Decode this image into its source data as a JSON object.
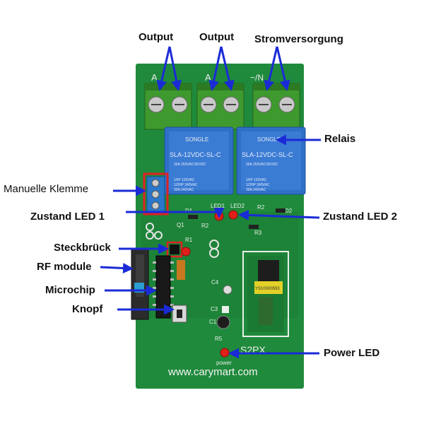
{
  "labels": {
    "output_1": "Output",
    "output_2": "Output",
    "power_supply": "Stromversorgung",
    "relay": "Relais",
    "manual_terminal": "Manuelle Klemme",
    "status_led_1": "Zustand LED 1",
    "status_led_2": "Zustand LED 2",
    "jumper": "Steckbrück",
    "rf_module": "RF module",
    "microchip": "Microchip",
    "button": "Knopf",
    "power_led": "Power LED"
  },
  "board": {
    "website": "www.carymart.com",
    "model": "S2PX",
    "relay_brand": "SONGLE",
    "relay_model": "SLA-12VDC-SL-C",
    "relay_rating_1": "30A 250VAC/30VDC",
    "relay_rating_2": "1HP 120VAC",
    "relay_rating_3": "1/2HP 240VAC",
    "relay_rating_4": "30A 240VAC",
    "transformer_label": "YS10000593",
    "silk_a1": "A",
    "silk_a2": "A",
    "silk_n": "~/N",
    "silk_led1": "LED1",
    "silk_led2": "LED2",
    "silk_d1": "D1",
    "silk_d2": "D2",
    "silk_r1": "R1",
    "silk_r2": "R2",
    "silk_r3": "R3",
    "silk_r5": "R5",
    "silk_c1": "C1",
    "silk_c3": "C3",
    "silk_c4": "C4",
    "silk_q1": "Q1",
    "silk_power": "power"
  },
  "colors": {
    "pcb": "#1f8a3c",
    "terminal_green": "#3e9a2e",
    "relay_blue": "#2f6fc8",
    "arrow_blue": "#1a2bd6",
    "highlight_red": "#e02020",
    "led_red": "#e0201a"
  }
}
